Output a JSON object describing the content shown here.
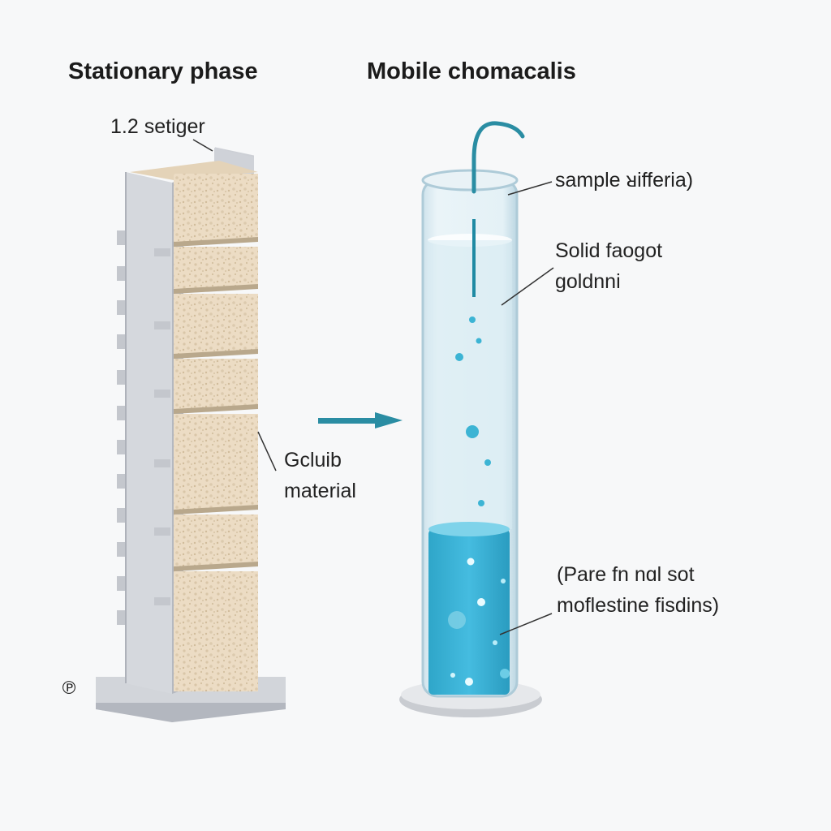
{
  "titles": {
    "left": "Stationary phase",
    "right": "Mobile chomacalis"
  },
  "labels": {
    "top_left": "1.2  setiger",
    "sample": "sample ᴚifferia)",
    "solid_line1": "Solid faogot",
    "solid_line2": "goldnni",
    "gcluib_line1": "Gcluib",
    "gcluib_line2": "material",
    "pare_line1": "(Pare fn nɑl sot",
    "pare_line2": "moflestine fisdins)"
  },
  "corner_mark": "℗",
  "colors": {
    "background": "#f7f8f9",
    "packing": "#ecdcc4",
    "frame": "#c9ccd2",
    "liquid": "#3cb4d4",
    "tube_water": "#d7ebf2",
    "arrow": "#2a8da3"
  }
}
